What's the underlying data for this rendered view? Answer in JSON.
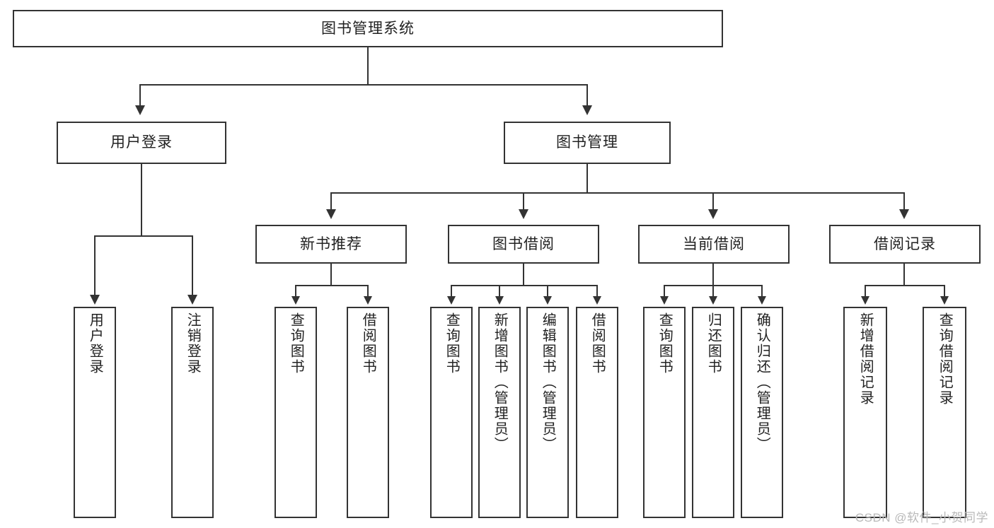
{
  "diagram": {
    "type": "tree-hierarchy-diagram",
    "title": "图书管理系统",
    "background_color": "#ffffff",
    "line_color": "#333333",
    "text_color": "#222222"
  },
  "root": {
    "label": "图书管理系统"
  },
  "level2": [
    {
      "label": "用户登录"
    },
    {
      "label": "图书管理"
    }
  ],
  "level3": [
    {
      "label": "新书推荐"
    },
    {
      "label": "图书借阅"
    },
    {
      "label": "当前借阅"
    },
    {
      "label": "借阅记录"
    }
  ],
  "leaves": {
    "user_login": [
      {
        "label": "用户登录"
      },
      {
        "label": "注销登录"
      }
    ],
    "new_book_recommend": [
      {
        "label": "查询图书"
      },
      {
        "label": "借阅图书"
      }
    ],
    "book_borrow": [
      {
        "label": "查询图书"
      },
      {
        "label": "新增图书（管理员）"
      },
      {
        "label": "编辑图书（管理员）"
      },
      {
        "label": "借阅图书"
      }
    ],
    "current_borrow": [
      {
        "label": "查询图书"
      },
      {
        "label": "归还图书"
      },
      {
        "label": "确认归还（管理员）"
      }
    ],
    "borrow_records": [
      {
        "label": "新增借阅记录"
      },
      {
        "label": "查询借阅记录"
      }
    ]
  },
  "watermark": {
    "text": "CSDN @软件_小贺同学",
    "color": "#b9b9b9"
  }
}
